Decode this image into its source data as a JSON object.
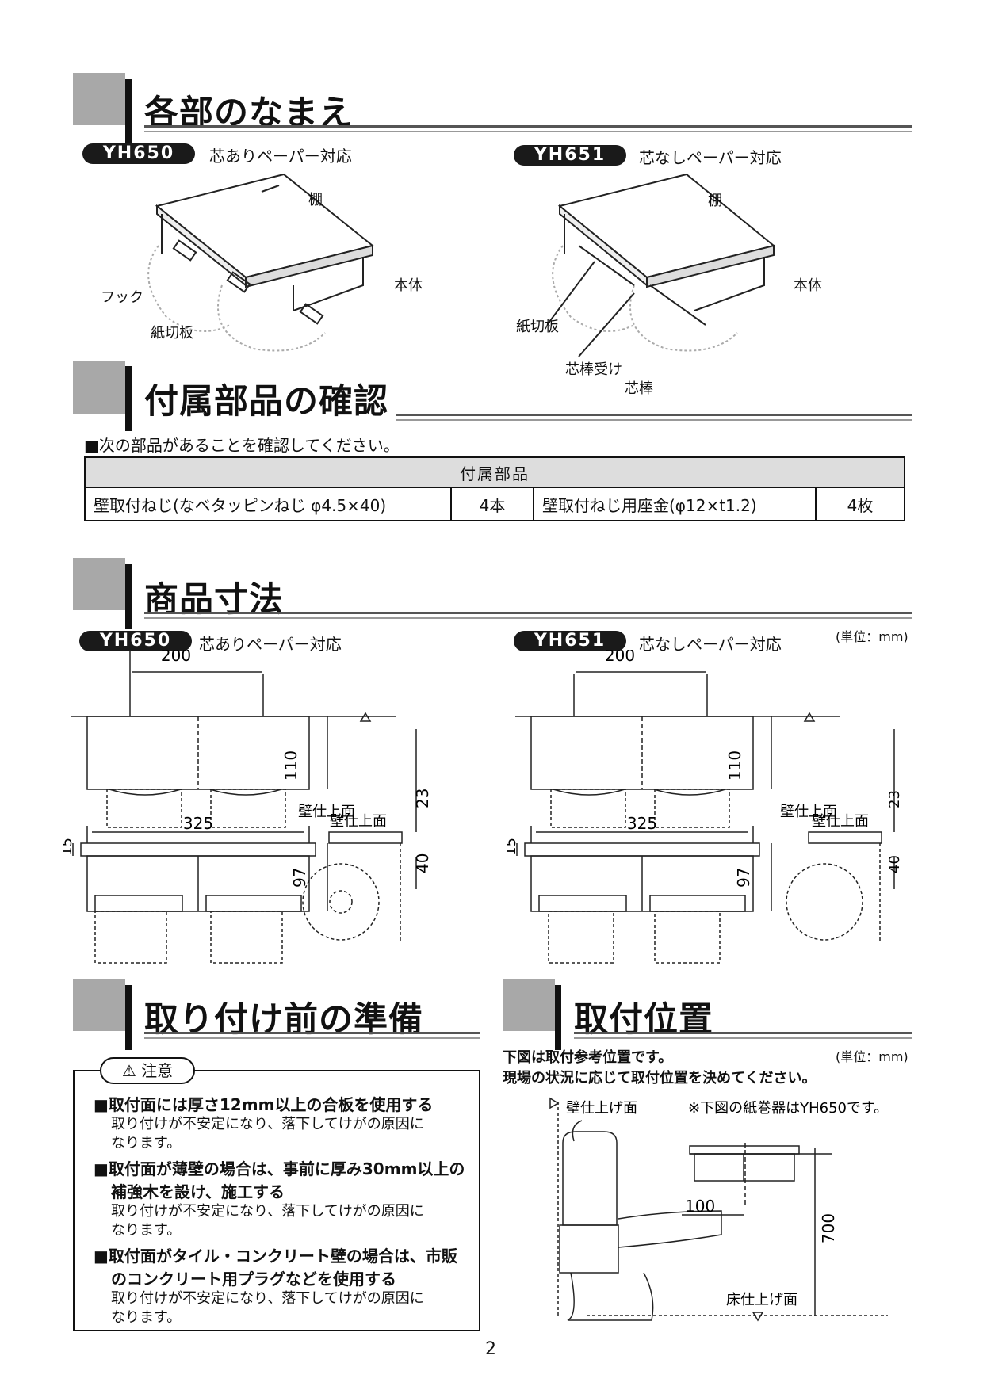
{
  "sections": {
    "names": "各部のなまえ",
    "accessories": "付属部品の確認",
    "dimensions": "商品寸法",
    "preparation": "取り付け前の準備",
    "position": "取付位置"
  },
  "models": {
    "yh650": {
      "code": "YH650",
      "desc": "芯ありペーパー対応"
    },
    "yh651": {
      "code": "YH651",
      "desc": "芯なしペーパー対応"
    }
  },
  "part_labels": {
    "shelf": "棚",
    "body": "本体",
    "hook": "フック",
    "cutter": "紙切板",
    "core_holder": "芯棒受け",
    "core_rod": "芯棒"
  },
  "accessories": {
    "intro": "■次の部品があることを確認してください。",
    "header": "付属部品",
    "rows": [
      {
        "name": "壁取付ねじ(なベタッピンねじ φ4.5×40)",
        "qty": "4本"
      },
      {
        "name": "壁取付ねじ用座金(φ12×t1.2)",
        "qty": "4枚"
      }
    ]
  },
  "dimensions": {
    "unit": "(単位：mm)",
    "width_top": "200",
    "width_total": "325",
    "depth": "110",
    "height": "97",
    "shelf_offset": "15",
    "wall_offset": "23",
    "screw_gap": "40",
    "wall_surface": "壁仕上面"
  },
  "caution": {
    "label": "注意",
    "items": [
      {
        "title": "■取付面には厚さ12mm以上の合板を使用する",
        "detail": [
          "取り付けが不安定になり、落下してけがの原因に",
          "なります。"
        ]
      },
      {
        "title": "■取付面が薄壁の場合は、事前に厚み30mm以上の",
        "title2": "補強木を設け、施工する",
        "detail": [
          "取り付けが不安定になり、落下してけがの原因に",
          "なります。"
        ]
      },
      {
        "title": "■取付面がタイル・コンクリート壁の場合は、市販",
        "title2": "のコンクリート用プラグなどを使用する",
        "detail": [
          "取り付けが不安定になり、落下してけがの原因に",
          "なります。"
        ]
      }
    ]
  },
  "position": {
    "line1": "下図は取付参考位置です。",
    "line2": "現場の状況に応じて取付位置を決めてください。",
    "unit": "(単位：mm)",
    "wall_label": "壁仕上げ面",
    "note": "※下図の紙巻器はYH650です。",
    "offset": "100",
    "height": "700",
    "floor_label": "床仕上げ面"
  },
  "page_number": "2"
}
